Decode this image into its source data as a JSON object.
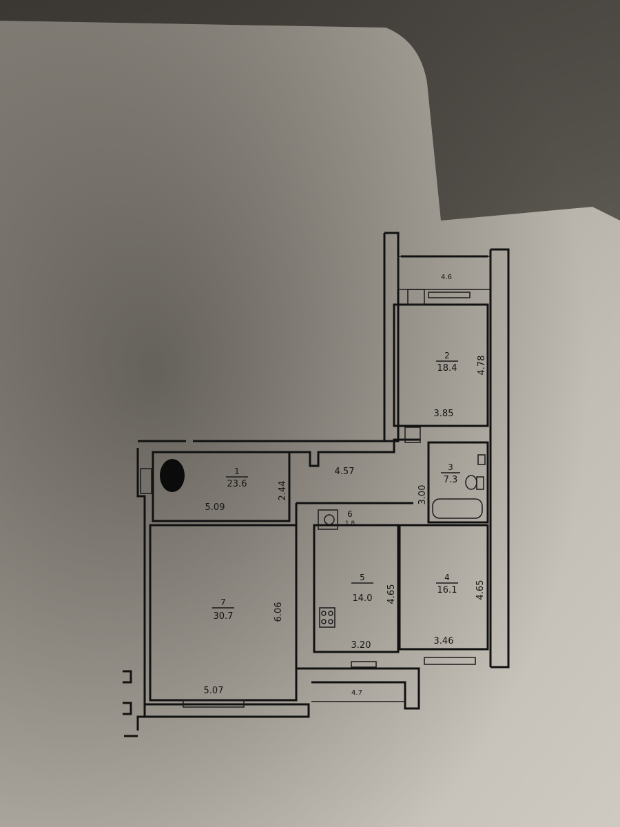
{
  "plan": {
    "rooms": [
      {
        "number": "1",
        "area": "23.6"
      },
      {
        "number": "2",
        "area": "18.4"
      },
      {
        "number": "3",
        "area": "7.3"
      },
      {
        "number": "4",
        "area": "16.1"
      },
      {
        "number": "5",
        "area": "14.0"
      },
      {
        "number": "6",
        "area": "1.8"
      },
      {
        "number": "7",
        "area": "30.7"
      }
    ],
    "balconies": [
      {
        "area": "4.6"
      },
      {
        "area": "4.7"
      }
    ],
    "dimensions": {
      "room2_height": "4.78",
      "room2_width": "3.85",
      "corridor_width": "4.57",
      "room1_height": "2.44",
      "room1_width": "5.09",
      "room3_height": "3.00",
      "room7_height": "6.06",
      "room7_width": "5.07",
      "room5_height": "4.65",
      "room5_width": "3.20",
      "room4_height": "4.65",
      "room4_width": "3.46"
    }
  },
  "colors": {
    "paper": "#bfbab1",
    "ink": "#151515"
  }
}
